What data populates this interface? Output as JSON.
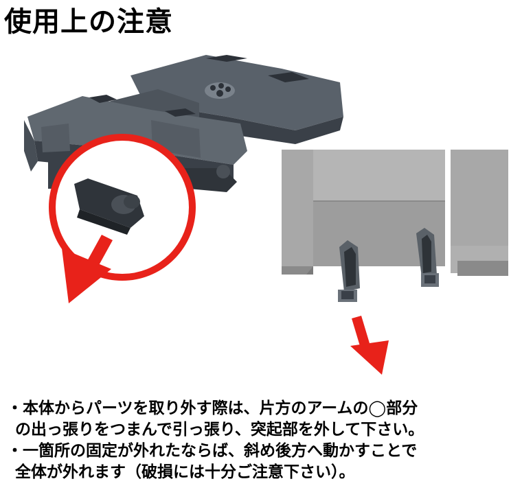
{
  "title": "使用上の注意",
  "colors": {
    "part_body": "#4d545c",
    "part_shade": "#3a4048",
    "part_light": "#6a727b",
    "highlight_circle": "#e8221a",
    "arrow": "#e8221a",
    "base_gray": "#a2a2a2",
    "base_gray_dark": "#8a8a8a"
  },
  "figures": {
    "left": {
      "description_icon": "cart-part-with-magnified-tab"
    },
    "right": {
      "description_icon": "base-with-two-tabs"
    }
  },
  "instructions": [
    "・本体からパーツを取り外す際は、片方のアームの◯部分",
    "の出っ張りをつまんで引っ張り、突起部を外して下さい。",
    "・一箇所の固定が外れたならば、斜め後方へ動かすことで",
    "全体が外れます（破損には十分ご注意下さい）。"
  ]
}
